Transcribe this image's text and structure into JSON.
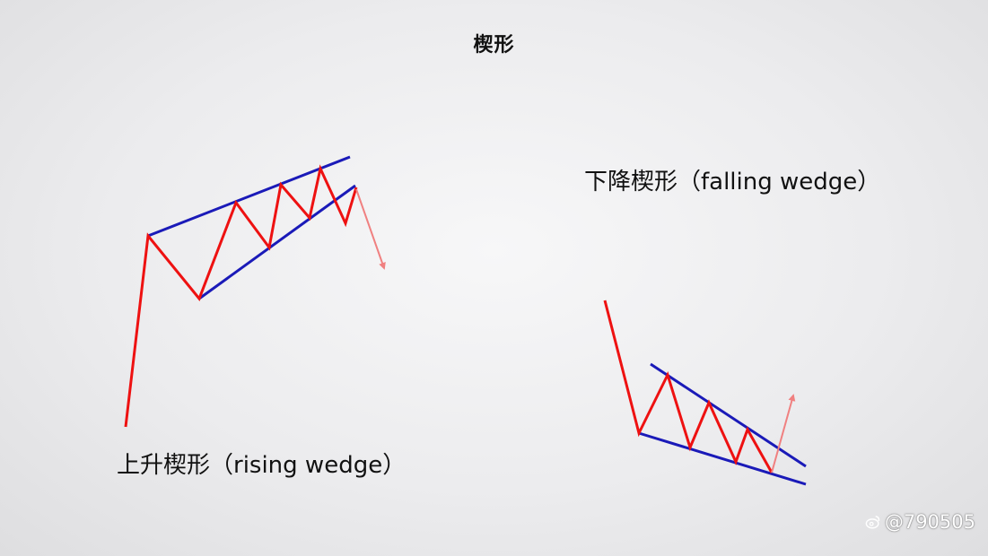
{
  "slide": {
    "title": "楔形",
    "rising_caption": "上升楔形（rising wedge）",
    "falling_caption": "下降楔形（falling wedge）",
    "watermark": "@790505"
  },
  "icons": {
    "watermark_icon": "weibo-logo-icon",
    "rising_breakout": "down-arrow-icon",
    "falling_breakout": "up-arrow-icon"
  },
  "colors": {
    "price_line": "#ee1111",
    "trend_line": "#1a1ab8",
    "breakout_arrow": "#f08080",
    "text": "#111111"
  }
}
